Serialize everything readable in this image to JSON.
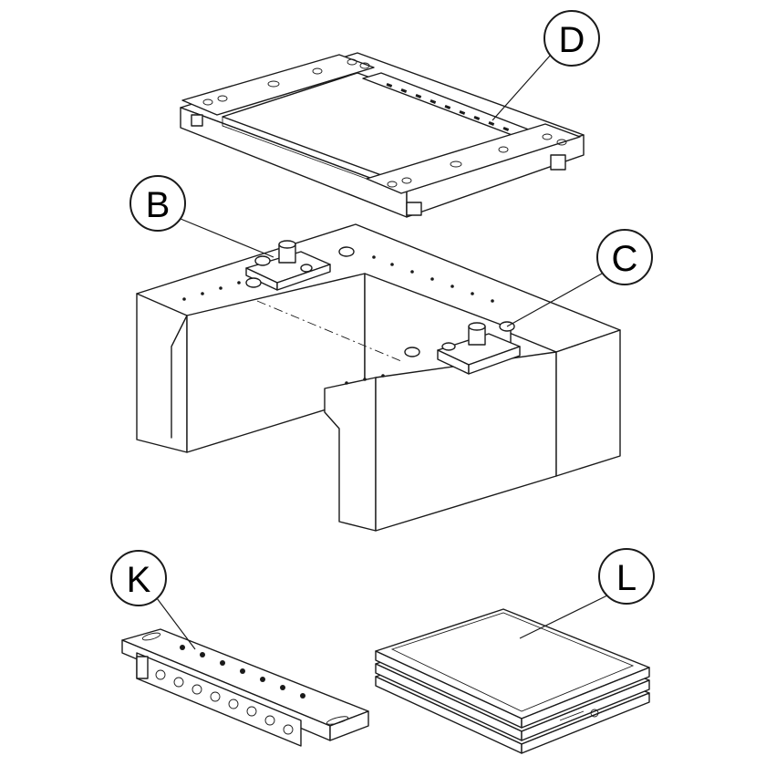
{
  "callouts": {
    "d": "D",
    "b": "B",
    "c": "C",
    "k": "K",
    "l": "L"
  },
  "colors": {
    "line": "#1a1a1a",
    "background": "#ffffff"
  }
}
